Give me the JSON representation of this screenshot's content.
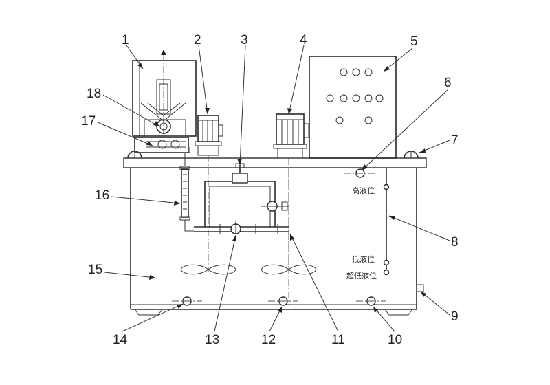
{
  "callouts": [
    "1",
    "2",
    "3",
    "4",
    "5",
    "6",
    "7",
    "8",
    "9",
    "10",
    "11",
    "12",
    "13",
    "14",
    "15",
    "16",
    "17",
    "18"
  ],
  "level_labels": {
    "high": "高液位",
    "low": "低液位",
    "ultra_low": "超低液位"
  }
}
